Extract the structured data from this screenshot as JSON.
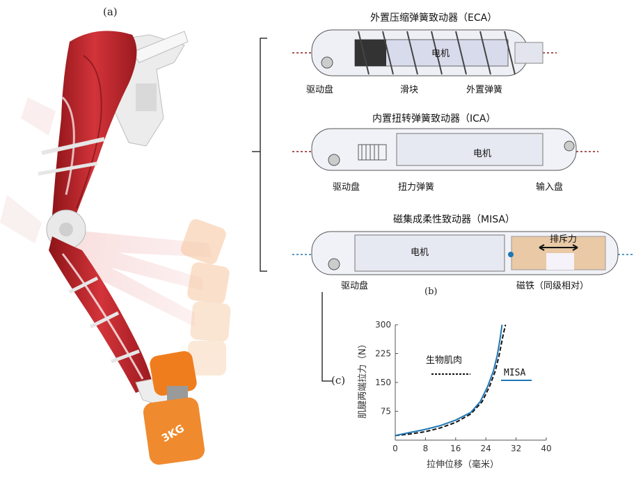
{
  "panels": {
    "a": "(a)",
    "b": "(b)",
    "c": "(c)"
  },
  "illustration": {
    "dumbbell_label": "3KG"
  },
  "actuators": {
    "eca": {
      "title": "外置压缩弹簧致动器（ECA）",
      "motor": "电机",
      "labels": [
        "驱动盘",
        "滑块",
        "外置弹簧"
      ]
    },
    "ica": {
      "title": "内置扭转弹簧致动器（ICA）",
      "motor": "电机",
      "labels": [
        "驱动盘",
        "扭力弹簧",
        "输入盘"
      ]
    },
    "misa": {
      "title": "磁集成柔性致动器（MISA）",
      "motor": "电机",
      "repulsion": "排斥力",
      "labels": [
        "驱动盘",
        "磁铁（同级相对）"
      ]
    }
  },
  "colors": {
    "muscle": "#c0262b",
    "weight": "#f08a2e",
    "misa_line": "#1f77b4",
    "bio_line": "#111111",
    "magnet": "#e9c9a6"
  },
  "chart_data": {
    "type": "line",
    "xlabel": "拉伸位移（毫米）",
    "ylabel": "肌腱两端拉力（N）",
    "xlim": [
      0,
      40
    ],
    "ylim": [
      0,
      300
    ],
    "xticks": [
      0,
      8,
      16,
      24,
      32,
      40
    ],
    "yticks": [
      75,
      150,
      225,
      300
    ],
    "series": [
      {
        "name": "生物肌肉",
        "style": "dashed",
        "color": "#111111",
        "points": [
          [
            0,
            12
          ],
          [
            4,
            16
          ],
          [
            8,
            22
          ],
          [
            12,
            32
          ],
          [
            16,
            46
          ],
          [
            20,
            68
          ],
          [
            23,
            100
          ],
          [
            25,
            140
          ],
          [
            26.5,
            180
          ],
          [
            27.5,
            220
          ],
          [
            28.5,
            270
          ],
          [
            29.2,
            300
          ]
        ]
      },
      {
        "name": "MISA",
        "style": "solid",
        "color": "#1f77b4",
        "points": [
          [
            0,
            12
          ],
          [
            4,
            20
          ],
          [
            8,
            28
          ],
          [
            12,
            38
          ],
          [
            16,
            52
          ],
          [
            20,
            72
          ],
          [
            22.5,
            100
          ],
          [
            24.5,
            140
          ],
          [
            26,
            180
          ],
          [
            27,
            220
          ],
          [
            27.7,
            260
          ],
          [
            28.3,
            300
          ]
        ]
      }
    ]
  }
}
